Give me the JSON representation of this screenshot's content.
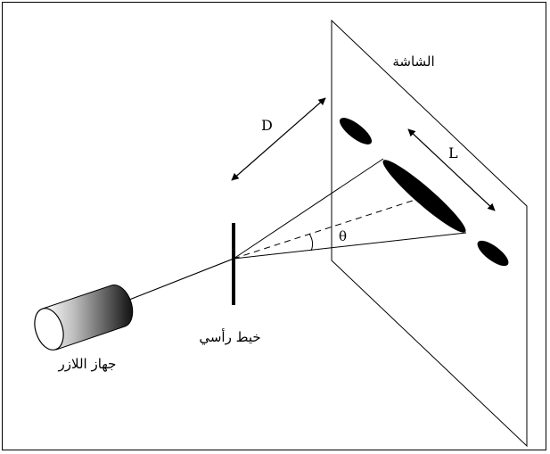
{
  "labels": {
    "screen": "الشاشة",
    "thread": "خيط رأسي",
    "laser": "جهاز اللازر",
    "distance": "D",
    "spot_length": "L",
    "angle": "θ"
  },
  "colors": {
    "line": "#000000",
    "background": "#ffffff",
    "laser_gradient_light": "#ffffff",
    "laser_gradient_dark": "#111111"
  }
}
